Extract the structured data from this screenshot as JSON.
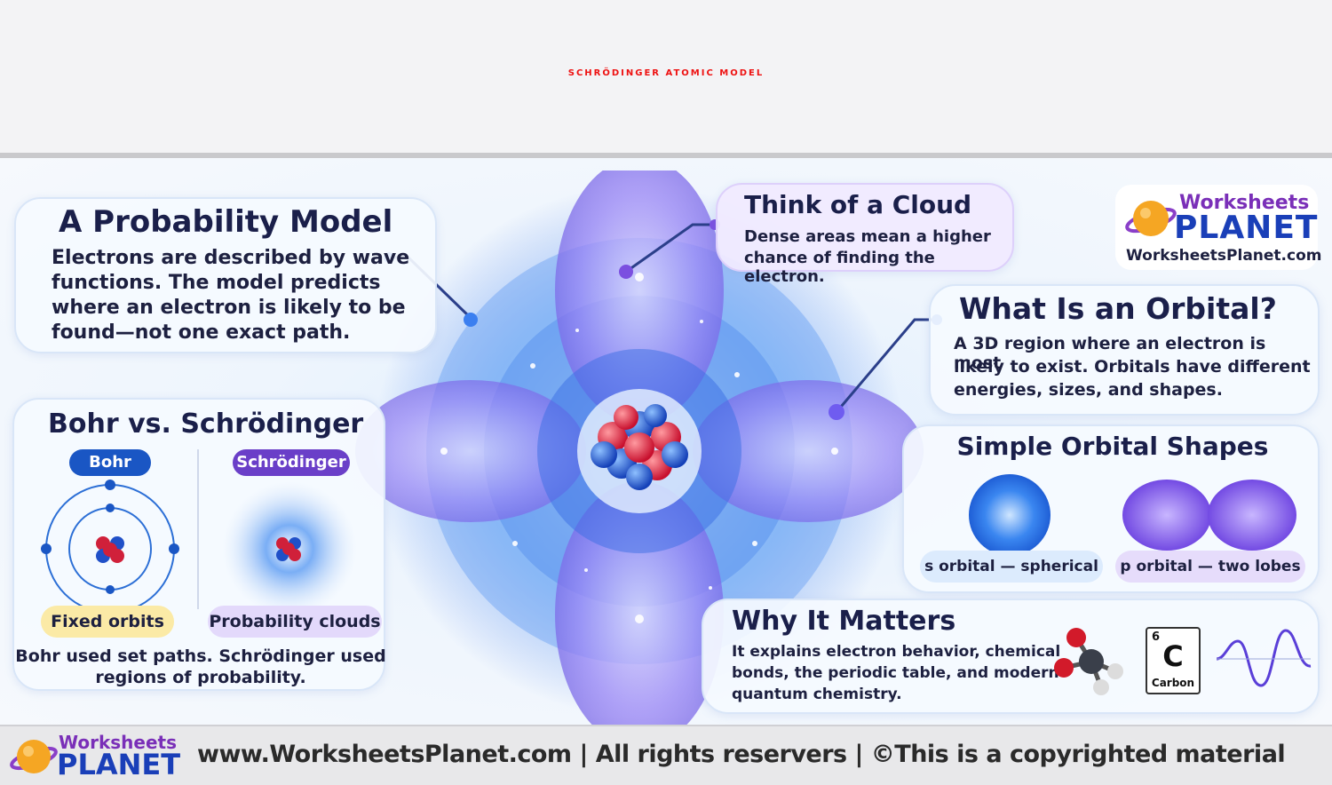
{
  "title": "SCHRÖDINGER ATOMIC MODEL",
  "probability_model": {
    "title": "A Probability Model",
    "lines": [
      "Electrons are described by wave",
      "functions. The model predicts",
      "where an electron is likely to be",
      "found—not one exact path."
    ]
  },
  "cloud": {
    "title": "Think of a Cloud",
    "lines": [
      "Dense areas mean a higher",
      "chance of finding the electron."
    ]
  },
  "brand": {
    "word1": "Worksheets",
    "word2": "PLANET",
    "url": "WorksheetsPlanet.com"
  },
  "orbital": {
    "title": "What Is an Orbital?",
    "lines": [
      "A 3D region where an electron is most",
      "likely to exist. Orbitals have different",
      "energies, sizes, and shapes."
    ]
  },
  "bohr_vs": {
    "title": "Bohr vs. Schrödinger",
    "bohr_label": "Bohr",
    "schrodinger_label": "Schrödinger",
    "fixed_label": "Fixed orbits",
    "prob_label": "Probability clouds",
    "caption_lines": [
      "Bohr used set paths. Schrödinger used",
      "regions of probability."
    ]
  },
  "shapes": {
    "title": "Simple Orbital Shapes",
    "s_label": "s orbital — spherical",
    "p_label": "p orbital — two lobes"
  },
  "matters": {
    "title": "Why It Matters",
    "lines": [
      "It explains electron behavior, chemical",
      "bonds, the periodic table, and modern",
      "quantum chemistry."
    ],
    "element_number": "6",
    "element_symbol": "C",
    "element_name": "Carbon"
  },
  "footer": {
    "text": "www.WorksheetsPlanet.com | All rights reservers | ©This is a copyrighted material"
  },
  "colors": {
    "title_red": "#ee1111",
    "navy": "#1a1f4a",
    "bohr_blue": "#1a56c4",
    "schrodinger_purple": "#6a3fc8",
    "fixed_yellow": "#fbeaa6",
    "prob_lavender": "#e3d9fb"
  }
}
